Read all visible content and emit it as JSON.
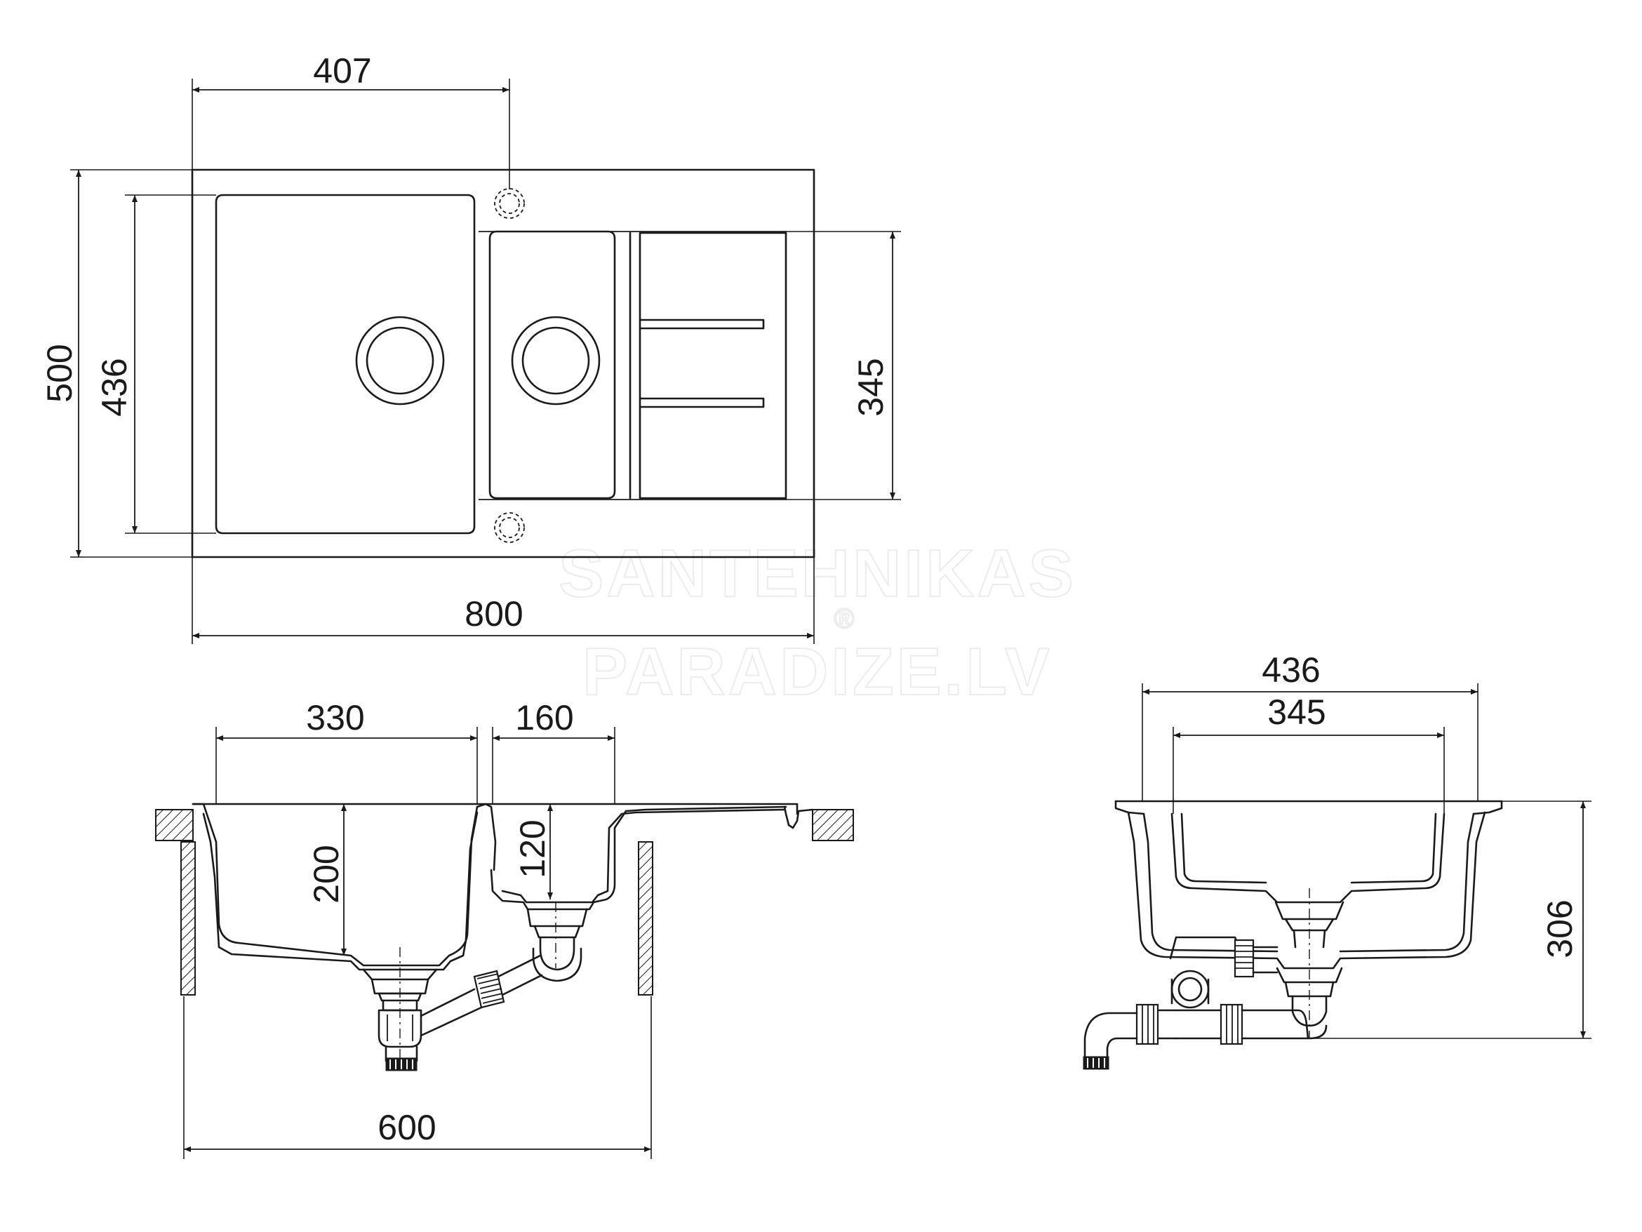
{
  "watermark": {
    "line1": "SANTEHNIKAS",
    "line2": "PARADIZE.LV",
    "mark": "®"
  },
  "top_view": {
    "dim_width": "800",
    "dim_depth": "500",
    "dim_big_bowl_depth": "436",
    "dim_small_bowl_depth": "345",
    "dim_big_bowl_offset": "407"
  },
  "front_view": {
    "dim_cabinet": "600",
    "dim_big_bowl_width": "330",
    "dim_small_bowl_width": "160",
    "dim_big_bowl_height": "200",
    "dim_small_bowl_height": "120"
  },
  "side_view": {
    "dim_outer": "436",
    "dim_inner": "345",
    "dim_height": "306"
  },
  "colors": {
    "line": "#1a1a1a",
    "background": "#ffffff",
    "watermark": "#ececec"
  }
}
